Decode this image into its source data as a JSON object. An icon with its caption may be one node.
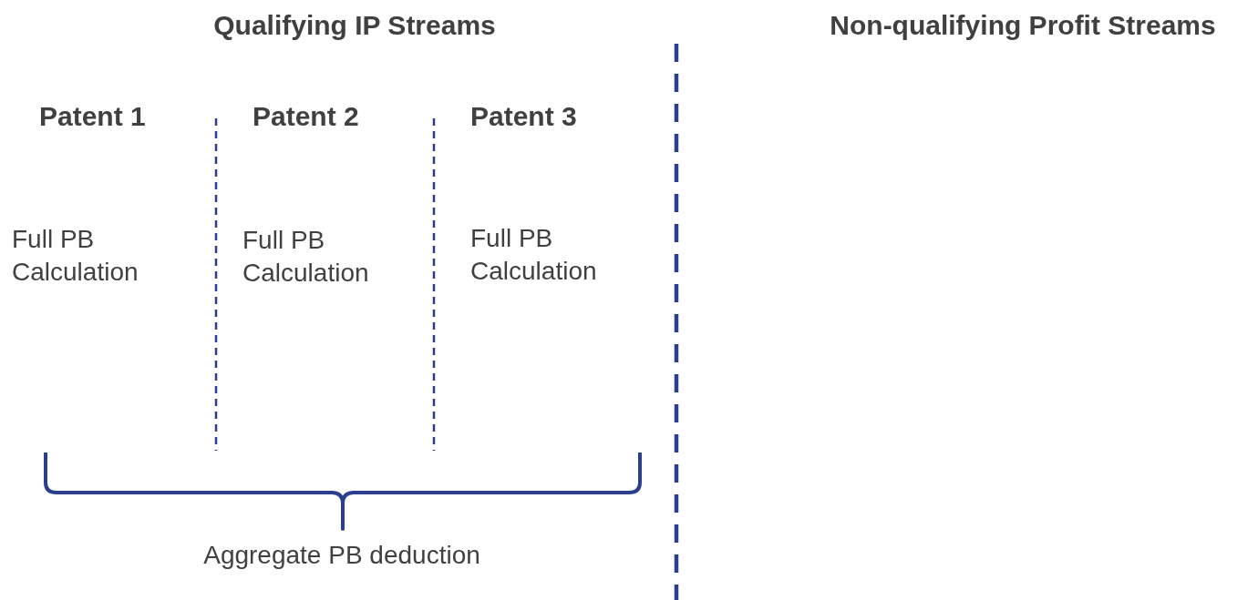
{
  "diagram": {
    "labels": [
      "Qualifying IP Streams",
      "Non-qualifying Profit Streams",
      "Patent 1",
      "Patent 2",
      "Patent 3",
      "Full PB Calculation",
      "Full PB Calculation",
      "Full PB Calculation",
      "Aggregate PB deduction"
    ]
  }
}
